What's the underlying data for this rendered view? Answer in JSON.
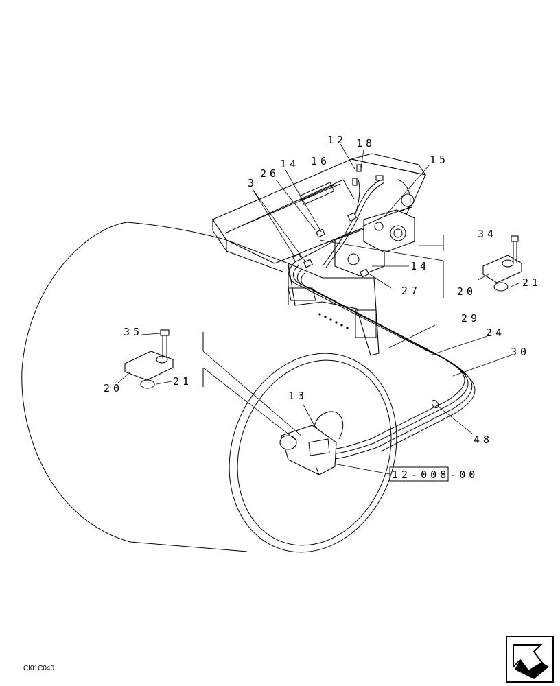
{
  "figure_id": "CI01C040",
  "reference_box": "12-008-00",
  "callouts": {
    "c3": "3",
    "c26": "26",
    "c14a": "14",
    "c16": "16",
    "c12": "12",
    "c18": "18",
    "c15": "15",
    "c14b": "14",
    "c27": "27",
    "c34": "34",
    "c20a": "20",
    "c21a": "21",
    "c35": "35",
    "c20b": "20",
    "c21b": "21",
    "c29": "29",
    "c24": "24",
    "c30": "30",
    "c13": "13",
    "c48": "48"
  },
  "icons": {
    "nav": "next-page-arrow-icon"
  }
}
